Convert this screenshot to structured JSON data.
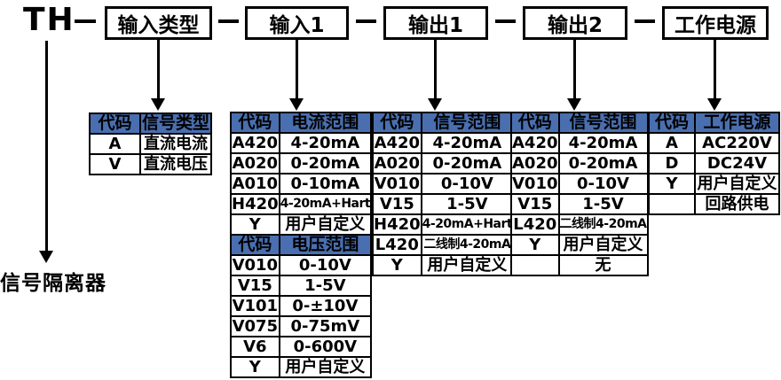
{
  "model_prefix": "TH",
  "product_label": "信号隔离器",
  "colors": {
    "header_bg": "#4a6fb0",
    "border": "#000000",
    "background": "#ffffff"
  },
  "top_boxes": [
    {
      "label": "输入类型"
    },
    {
      "label": "输入1"
    },
    {
      "label": "输出1"
    },
    {
      "label": "输出2"
    },
    {
      "label": "工作电源"
    }
  ],
  "tables": [
    {
      "id": "input-type",
      "sections": [
        {
          "header": [
            "代码",
            "信号类型"
          ],
          "rows": [
            [
              "A",
              "直流电流"
            ],
            [
              "V",
              "直流电压"
            ]
          ]
        }
      ]
    },
    {
      "id": "input-1",
      "sections": [
        {
          "header": [
            "代码",
            "电流范围"
          ],
          "rows": [
            [
              "A420",
              "4-20mA"
            ],
            [
              "A020",
              "0-20mA"
            ],
            [
              "A010",
              "0-10mA"
            ],
            [
              "H420",
              "4-20mA+Hart"
            ],
            [
              "Y",
              "用户自定义"
            ]
          ]
        },
        {
          "header": [
            "代码",
            "电压范围"
          ],
          "rows": [
            [
              "V010",
              "0-10V"
            ],
            [
              "V15",
              "1-5V"
            ],
            [
              "V101",
              "0-±10V"
            ],
            [
              "V075",
              "0-75mV"
            ],
            [
              "V6",
              "0-600V"
            ],
            [
              "Y",
              "用户自定义"
            ]
          ]
        }
      ]
    },
    {
      "id": "output-1",
      "sections": [
        {
          "header": [
            "代码",
            "信号范围"
          ],
          "rows": [
            [
              "A420",
              "4-20mA"
            ],
            [
              "A020",
              "0-20mA"
            ],
            [
              "V010",
              "0-10V"
            ],
            [
              "V15",
              "1-5V"
            ],
            [
              "H420",
              "4-20mA+Hart"
            ],
            [
              "L420",
              "二线制4-20mA"
            ],
            [
              "Y",
              "用户自定义"
            ]
          ]
        }
      ]
    },
    {
      "id": "output-2",
      "sections": [
        {
          "header": [
            "代码",
            "信号范围"
          ],
          "rows": [
            [
              "A420",
              "4-20mA"
            ],
            [
              "A020",
              "0-20mA"
            ],
            [
              "V010",
              "0-10V"
            ],
            [
              "V15",
              "1-5V"
            ],
            [
              "L420",
              "二线制4-20mA"
            ],
            [
              "Y",
              "用户自定义"
            ],
            [
              "",
              "无"
            ]
          ]
        }
      ]
    },
    {
      "id": "power",
      "sections": [
        {
          "header": [
            "代码",
            "工作电源"
          ],
          "rows": [
            [
              "A",
              "AC220V"
            ],
            [
              "D",
              "DC24V"
            ],
            [
              "Y",
              "用户自定义"
            ],
            [
              "",
              "回路供电"
            ]
          ]
        }
      ]
    }
  ]
}
